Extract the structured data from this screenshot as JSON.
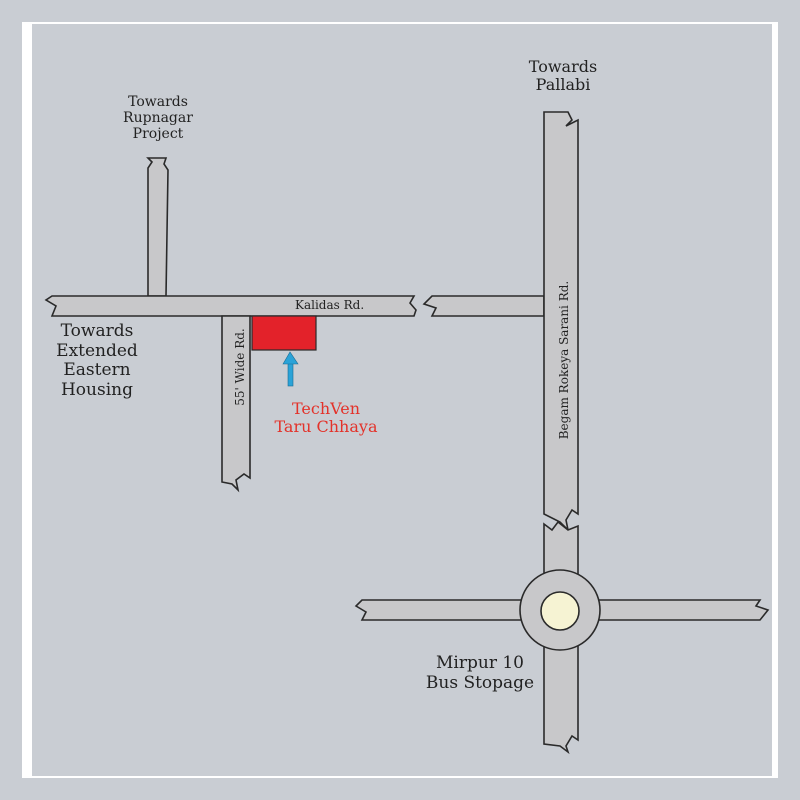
{
  "colors": {
    "background": "#c9cdd3",
    "frame": "#ffffff",
    "road_fill": "#c8c8ca",
    "road_stroke": "#2a2a2a",
    "site": "#e3222a",
    "arrow": "#2aa3d8",
    "site_label": "#e3322a",
    "roundabout": "#f6f3d3"
  },
  "labels": {
    "rupnagar": [
      "Towards",
      "Rupnagar",
      "Project"
    ],
    "pallabi": [
      "Towards",
      "Pallabi"
    ],
    "extended": [
      "Towards",
      "Extended",
      "Eastern",
      "Housing"
    ],
    "mirpur": [
      "Mirpur 10",
      "Bus Stopage"
    ],
    "site": [
      "TechVen",
      "Taru Chhaya"
    ]
  },
  "roads": {
    "kalidas": "Kalidas Rd.",
    "wide55": "55' Wide Rd.",
    "begam": "Begam Rokeya Sarani Rd."
  },
  "icons": {
    "site_marker": "red-rectangle",
    "pointer": "up-arrow-icon",
    "roundabout": "circle-icon"
  }
}
